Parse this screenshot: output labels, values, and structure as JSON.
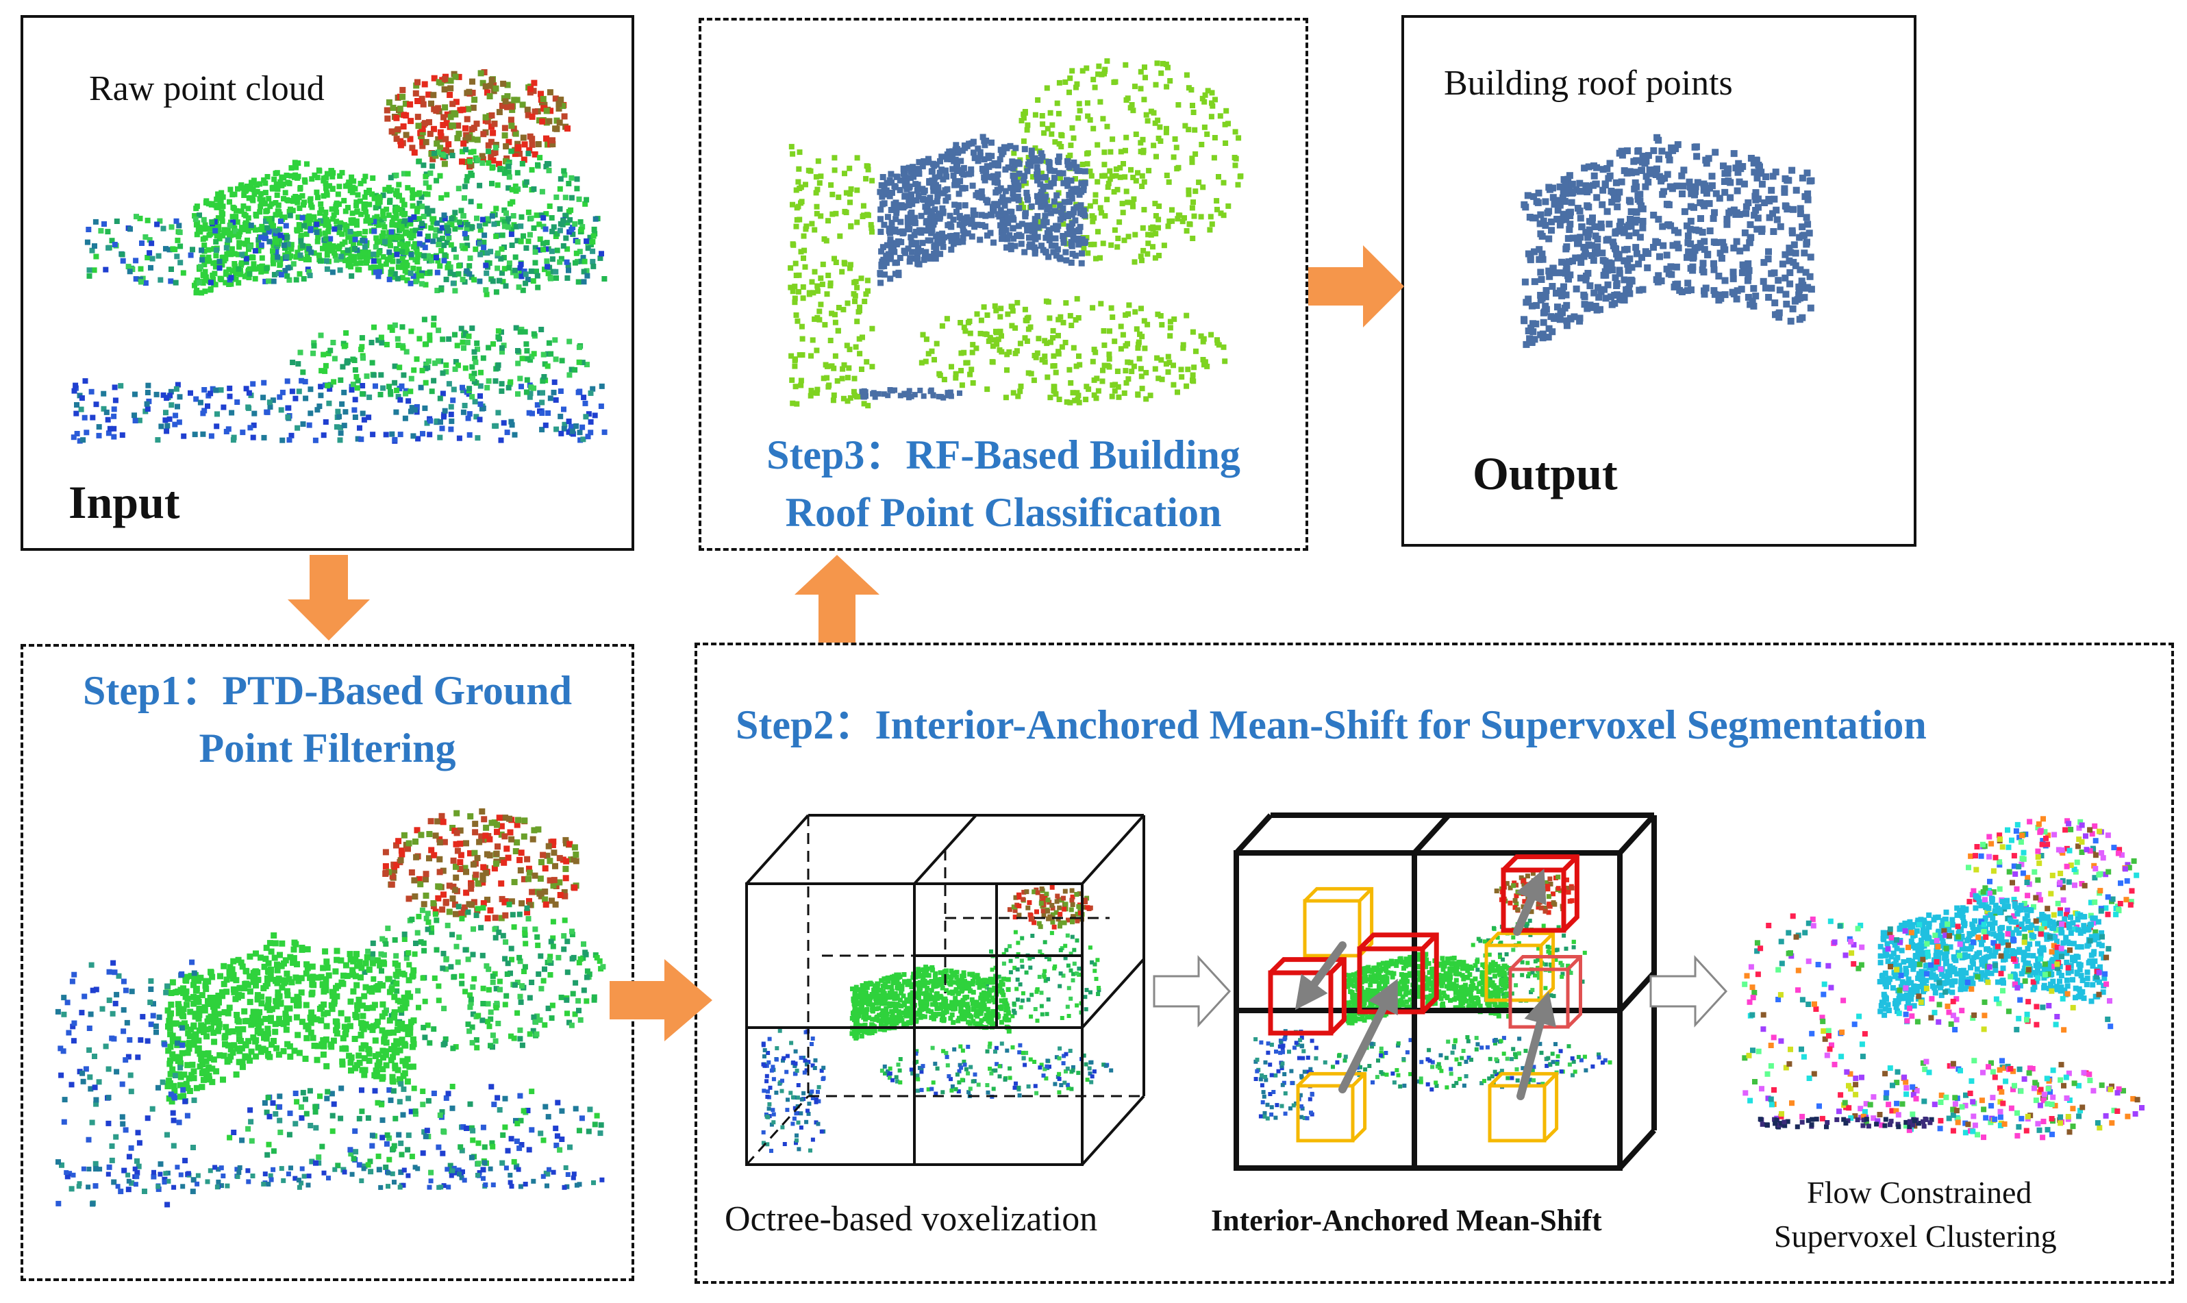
{
  "input_panel": {
    "caption": "Raw point cloud",
    "title": "Input"
  },
  "output_panel": {
    "caption": "Building roof points",
    "title": "Output"
  },
  "step1": {
    "line1": "Step1：PTD-Based Ground",
    "line2": "Point Filtering"
  },
  "step2": {
    "title": "Step2：Interior-Anchored Mean-Shift for Supervoxel Segmentation"
  },
  "step3": {
    "line1": "Step3：RF-Based Building",
    "line2": "Roof Point Classification"
  },
  "sub_labels": {
    "octree": "Octree-based voxelization",
    "meanshift": "Interior-Anchored Mean-Shift",
    "flow_line1": "Flow Constrained",
    "flow_line2": "Supervoxel Clustering"
  },
  "colors": {
    "accent_arrow": "#f5964b",
    "step_text": "#2e78c4",
    "roof_blue": "#4a6fa5",
    "vegetation_green": "#7ed321",
    "point_green": "#2fd23c",
    "ground_blue": "#1f3fd0",
    "canopy_red": "#e52a1c"
  }
}
